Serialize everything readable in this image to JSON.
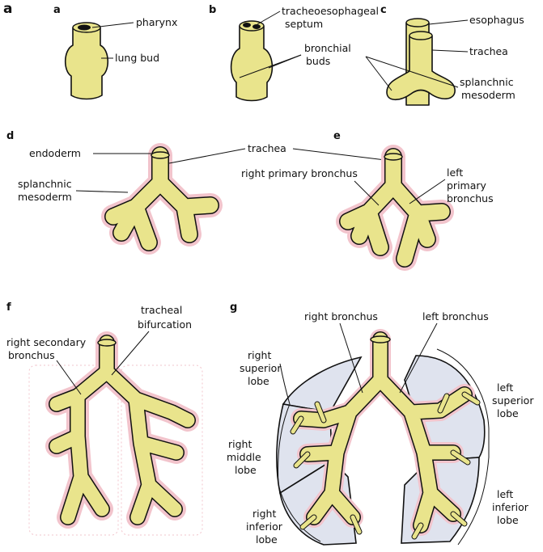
{
  "figure_letter": "a",
  "panels": {
    "a": {
      "letter": "a",
      "labels": {
        "pharynx": "pharynx",
        "lung_bud": "lung bud"
      }
    },
    "b": {
      "letter": "b",
      "labels": {
        "septum_1": "tracheoesophageal",
        "septum_2": "septum",
        "buds_1": "bronchial",
        "buds_2": "buds"
      }
    },
    "c": {
      "letter": "c",
      "labels": {
        "esophagus": "esophagus",
        "trachea": "trachea",
        "meso_1": "splanchnic",
        "meso_2": "mesoderm"
      }
    },
    "d": {
      "letter": "d",
      "labels": {
        "endoderm": "endoderm",
        "meso_1": "splanchnic",
        "meso_2": "mesoderm"
      }
    },
    "de_shared": {
      "trachea": "trachea"
    },
    "e": {
      "letter": "e",
      "labels": {
        "right_primary": "right primary bronchus",
        "left_1": "left",
        "left_2": "primary",
        "left_3": "bronchus"
      }
    },
    "f": {
      "letter": "f",
      "labels": {
        "bif_1": "tracheal",
        "bif_2": "bifurcation",
        "rsb_1": "right secondary",
        "rsb_2": "bronchus"
      }
    },
    "g": {
      "letter": "g",
      "labels": {
        "right_bronchus": "right  bronchus",
        "left_bronchus": "left  bronchus",
        "rs_1": "right",
        "rs_2": "superior",
        "rs_3": "lobe",
        "rm_1": "right",
        "rm_2": "middle",
        "rm_3": "lobe",
        "ri_1": "right",
        "ri_2": "inferior",
        "ri_3": "lobe",
        "ls_1": "left",
        "ls_2": "superior",
        "ls_3": "lobe",
        "li_1": "left",
        "li_2": "inferior",
        "li_3": "lobe"
      }
    }
  },
  "colors": {
    "endoderm": "#e9e48c",
    "mesoderm": "#f2c4cc",
    "lobe_fill": "#dfe3ee",
    "outline": "#111111"
  }
}
